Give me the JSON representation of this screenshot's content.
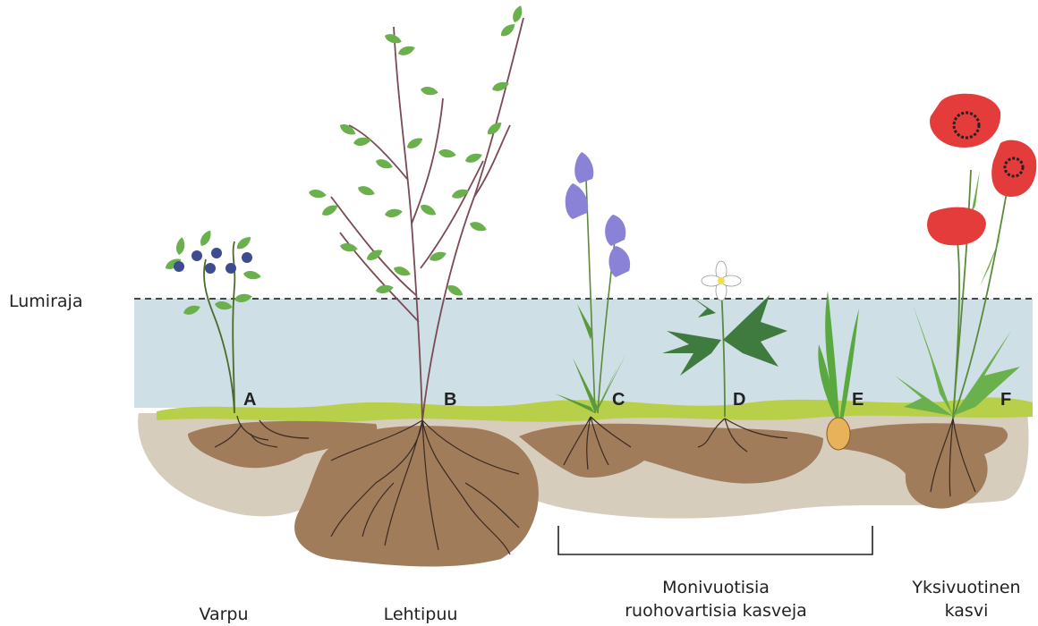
{
  "snow_line_label": "Lumiraja",
  "plant_letters": [
    "A",
    "B",
    "C",
    "D",
    "E",
    "F"
  ],
  "categories": {
    "varpu": "Varpu",
    "lehtipuu": "Lehtipuu",
    "perennials_line1": "Monivuotisia",
    "perennials_line2": "ruohovartisia kasveja",
    "annual_line1": "Yksivuotinen",
    "annual_line2": "kasvi"
  },
  "colors": {
    "snow": "#cfdfe6",
    "moss": "#b8cf4a",
    "soil_light": "#d7cdbd",
    "soil_dark": "#a07c5b",
    "leaf": "#6ab04c",
    "stem": "#7a4a55",
    "berry": "#3c4c8f",
    "bellflower": "#8a82d6",
    "poppy": "#e43b3b"
  }
}
